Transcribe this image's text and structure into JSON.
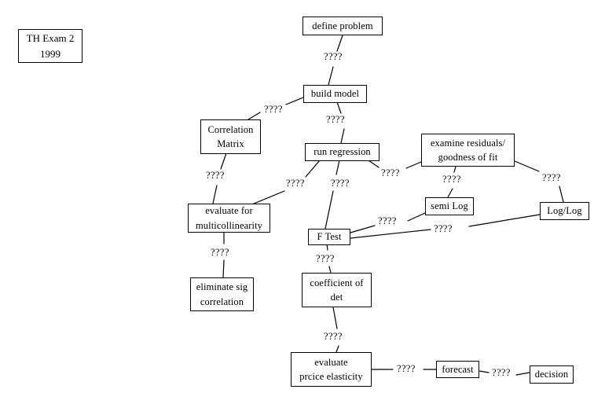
{
  "diagram": {
    "title_box": {
      "line1": "TH Exam 2",
      "line2": "1999"
    },
    "edge_label_text": "????",
    "nodes": [
      {
        "id": "define-problem",
        "line1": "define problem",
        "line2": ""
      },
      {
        "id": "build-model",
        "line1": "build model",
        "line2": ""
      },
      {
        "id": "correlation-matrix",
        "line1": "Correlation",
        "line2": "Matrix"
      },
      {
        "id": "run-regression",
        "line1": "run regression",
        "line2": ""
      },
      {
        "id": "examine-residuals",
        "line1": "examine residuals/",
        "line2": "goodness of fit"
      },
      {
        "id": "semi-log",
        "line1": "semi Log",
        "line2": ""
      },
      {
        "id": "log-log",
        "line1": "Log/Log",
        "line2": ""
      },
      {
        "id": "evaluate-multicollinearity",
        "line1": "evaluate for",
        "line2": "multicollinearity"
      },
      {
        "id": "f-test",
        "line1": "F Test",
        "line2": ""
      },
      {
        "id": "eliminate-sig-correlation",
        "line1": "eliminate sig",
        "line2": "correlation"
      },
      {
        "id": "coefficient-of-det",
        "line1": "coefficient of",
        "line2": "det"
      },
      {
        "id": "evaluate-price-elasticity",
        "line1": "evaluate",
        "line2": "prcice elasticity"
      },
      {
        "id": "forecast",
        "line1": "forecast",
        "line2": ""
      },
      {
        "id": "decision",
        "line1": "decision",
        "line2": ""
      }
    ],
    "edges": [
      {
        "id": "define-problem--build-model",
        "label": "????"
      },
      {
        "id": "build-model--correlation-matrix",
        "label": "????"
      },
      {
        "id": "build-model--run-regression",
        "label": "????"
      },
      {
        "id": "correlation-matrix--evaluate-multicollinearity",
        "label": "????"
      },
      {
        "id": "run-regression--evaluate-multicollinearity",
        "label": "????"
      },
      {
        "id": "run-regression--f-test",
        "label": "????"
      },
      {
        "id": "run-regression--examine-residuals",
        "label": "????"
      },
      {
        "id": "examine-residuals--semi-log",
        "label": "????"
      },
      {
        "id": "examine-residuals--log-log",
        "label": "????"
      },
      {
        "id": "f-test--semi-log",
        "label": "????"
      },
      {
        "id": "f-test--log-log",
        "label": "????"
      },
      {
        "id": "evaluate-multicollinearity--eliminate-sig-correlation",
        "label": "????"
      },
      {
        "id": "f-test--coefficient-of-det",
        "label": "????"
      },
      {
        "id": "coefficient-of-det--evaluate-price-elasticity",
        "label": "????"
      },
      {
        "id": "evaluate-price-elasticity--forecast",
        "label": "????"
      },
      {
        "id": "forecast--decision",
        "label": "????"
      }
    ],
    "colors": {
      "background": "#ffffff",
      "stroke": "#000000",
      "text": "#000000"
    }
  }
}
